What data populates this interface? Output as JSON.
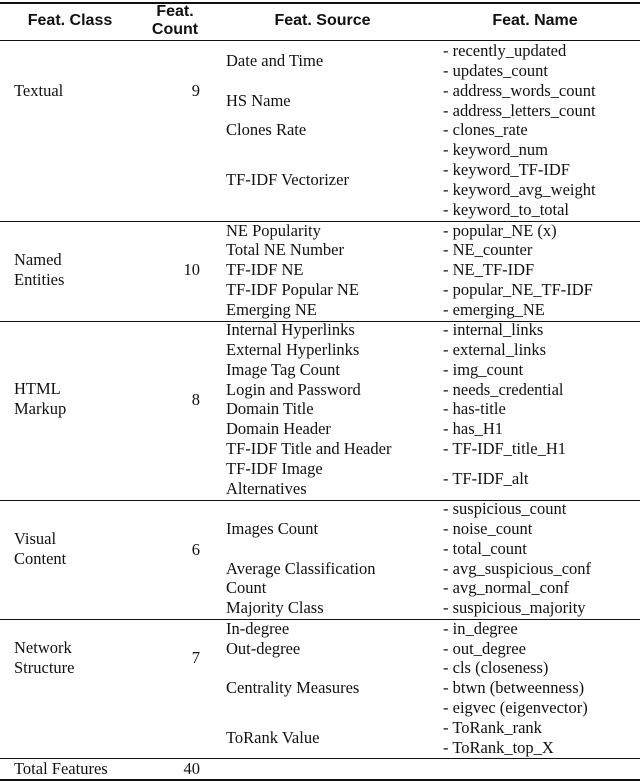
{
  "headers": {
    "class": "Feat. Class",
    "count_line1": "Feat.",
    "count_line2": "Count",
    "source": "Feat. Source",
    "name": "Feat. Name"
  },
  "groups": [
    {
      "class_lines": [
        "Textual"
      ],
      "count": "9",
      "sources": [
        "Date and Time",
        "HS Name",
        "Clones Rate",
        "TF-IDF Vectorizer"
      ],
      "names": [
        "- recently_updated",
        "- updates_count",
        "- address_words_count",
        "- address_letters_count",
        "- clones_rate",
        "- keyword_num",
        "- keyword_TF-IDF",
        "- keyword_avg_weight",
        "- keyword_to_total"
      ]
    },
    {
      "class_lines": [
        "Named",
        "Entities"
      ],
      "count": "10",
      "sources": [
        "NE Popularity",
        "Total NE Number",
        "TF-IDF NE",
        "TF-IDF Popular NE",
        "Emerging NE"
      ],
      "names": [
        "- popular_NE (x)",
        "- NE_counter",
        "- NE_TF-IDF",
        "- popular_NE_TF-IDF",
        "- emerging_NE"
      ]
    },
    {
      "class_lines": [
        "HTML",
        "Markup"
      ],
      "count": "8",
      "sources": [
        "Internal Hyperlinks",
        "External Hyperlinks",
        "Image Tag Count",
        "Login and Password",
        "Domain Title",
        "Domain Header",
        "TF-IDF Title and Header",
        "TF-IDF Image",
        "Alternatives"
      ],
      "names": [
        "- internal_links",
        "- external_links",
        "- img_count",
        "- needs_credential",
        "- has-title",
        "- has_H1",
        "- TF-IDF_title_H1",
        "- TF-IDF_alt"
      ]
    },
    {
      "class_lines": [
        "Visual",
        "Content"
      ],
      "count": "6",
      "sources": [
        "Images Count",
        "Average Classification",
        "Count",
        "Majority Class"
      ],
      "names": [
        "- suspicious_count",
        "- noise_count",
        "- total_count",
        "- avg_suspicious_conf",
        "- avg_normal_conf",
        "- suspicious_majority"
      ]
    },
    {
      "class_lines": [
        "Network",
        "Structure"
      ],
      "count": "7",
      "sources": [
        "In-degree",
        "Out-degree",
        "Centrality Measures",
        "ToRank Value"
      ],
      "names": [
        "- in_degree",
        "- out_degree",
        "- cls (closeness)",
        "- btwn (betweenness)",
        "- eigvec (eigenvector)",
        "- ToRank_rank",
        "- ToRank_top_X"
      ]
    }
  ],
  "total": {
    "label": "Total Features",
    "count": "40"
  }
}
